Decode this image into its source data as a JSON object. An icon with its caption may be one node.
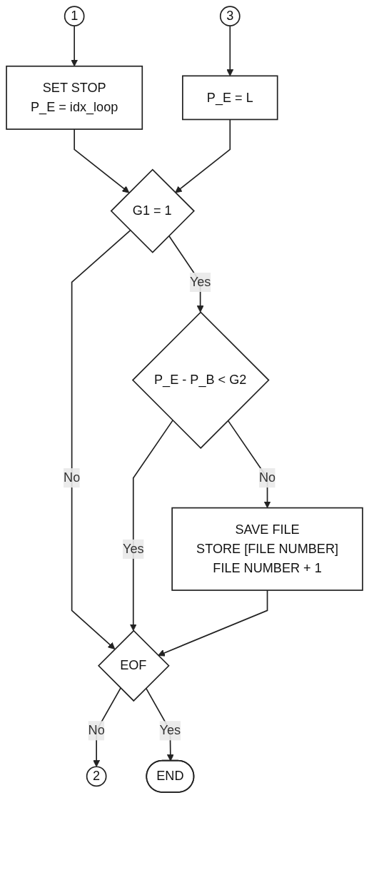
{
  "diagram": {
    "nodes": [
      {
        "text": [
          "1"
        ]
      },
      {
        "text": [
          "3"
        ]
      },
      {
        "text": [
          "SET STOP",
          "P_E = idx_loop"
        ]
      },
      {
        "text": [
          "P_E = L"
        ]
      },
      {
        "text": [
          "G1 = 1"
        ]
      },
      {
        "text": [
          "P_E - P_B < G2"
        ]
      },
      {
        "text": [
          "SAVE FILE",
          "STORE [FILE NUMBER]",
          "FILE NUMBER + 1"
        ]
      },
      {
        "text": [
          "EOF"
        ]
      },
      {
        "text": [
          "2"
        ]
      },
      {
        "text": [
          "END"
        ]
      }
    ],
    "edges": [
      {
        "from": 0,
        "to": 2,
        "arrow": "to"
      },
      {
        "from": 1,
        "to": 3,
        "arrow": "to"
      },
      {
        "from": 2,
        "to": 4,
        "arrow": "to"
      },
      {
        "from": 3,
        "to": 4,
        "arrow": "to"
      },
      {
        "from": 4,
        "to": 7,
        "arrow": "to",
        "label": "No"
      },
      {
        "from": 4,
        "to": 5,
        "arrow": "to",
        "label": "Yes"
      },
      {
        "from": 5,
        "to": 7,
        "arrow": "to",
        "label": "Yes"
      },
      {
        "from": 5,
        "to": 6,
        "arrow": "to",
        "label": "No"
      },
      {
        "from": 6,
        "to": 7,
        "arrow": "to"
      },
      {
        "from": 7,
        "to": 8,
        "arrow": "to",
        "label": "No"
      },
      {
        "from": 7,
        "to": 9,
        "arrow": "to",
        "label": "Yes"
      }
    ]
  }
}
